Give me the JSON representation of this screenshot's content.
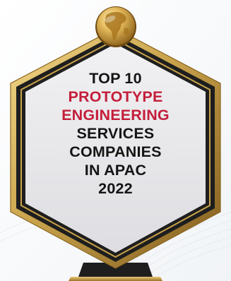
{
  "badge": {
    "lines": [
      {
        "text": "TOP 10",
        "color": "#141414"
      },
      {
        "text": "PROTOTYPE",
        "color": "#c41e3a"
      },
      {
        "text": "ENGINEERING",
        "color": "#c41e3a"
      },
      {
        "text": "SERVICES",
        "color": "#141414"
      },
      {
        "text": "COMPANIES",
        "color": "#141414"
      },
      {
        "text": "IN APAC",
        "color": "#141414"
      },
      {
        "text": "2022",
        "color": "#141414"
      }
    ]
  },
  "colors": {
    "gold": "#c9a34b",
    "frame_dark": "#1e1e1e",
    "inner_fill": "#e9e9ec",
    "accent_red": "#c41e3a"
  },
  "icons": {
    "top_emblem": "golden-globe-icon"
  }
}
